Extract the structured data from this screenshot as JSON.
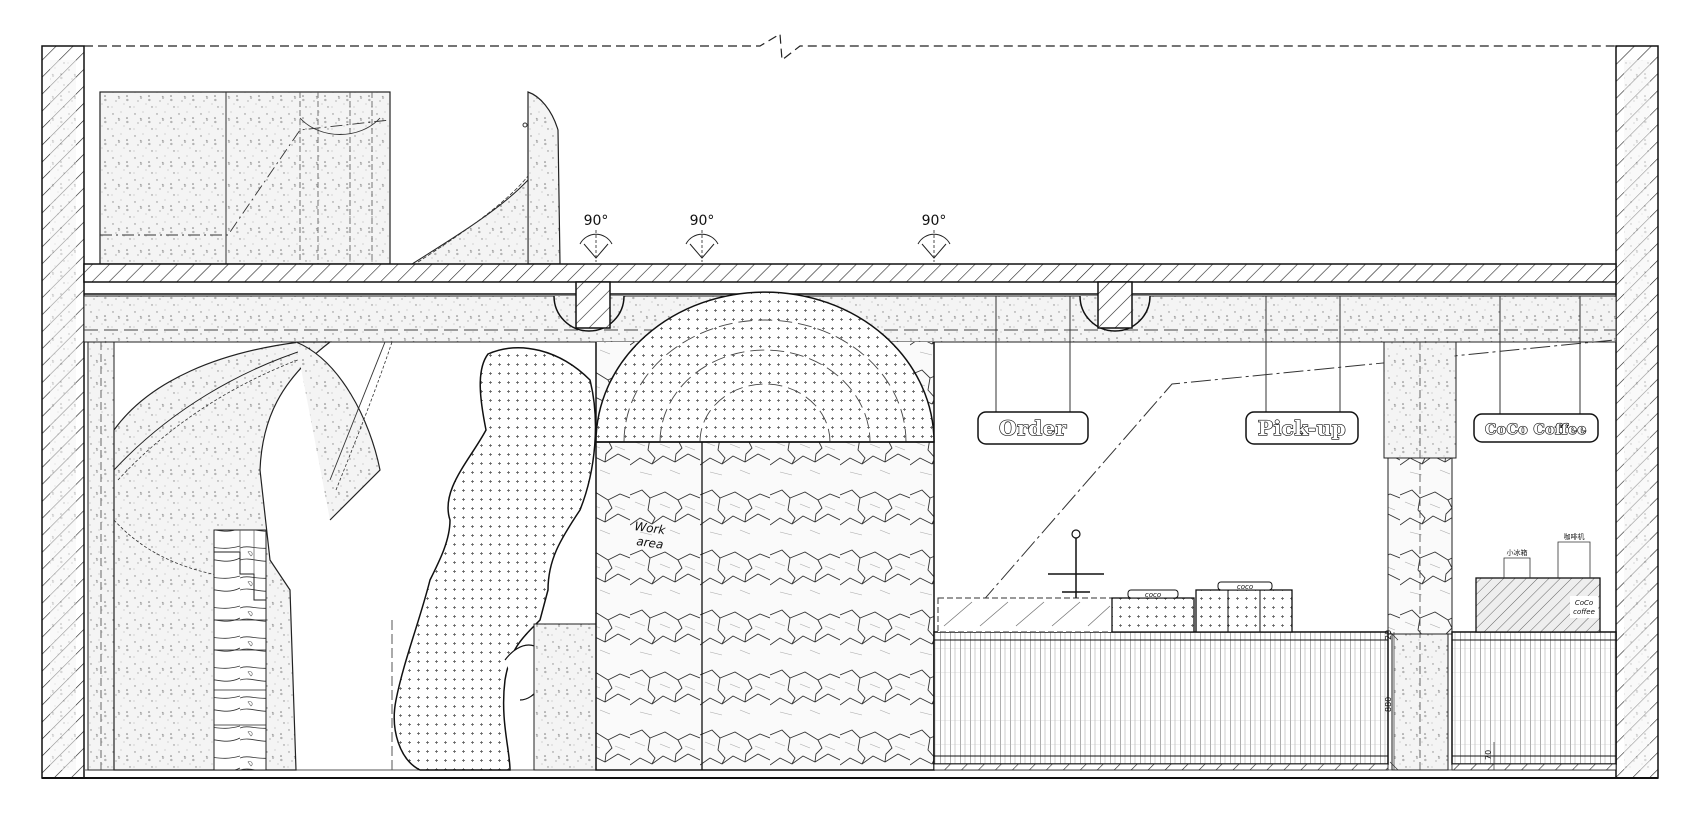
{
  "drawing": {
    "type": "architectural-interior-elevation",
    "colors": {
      "line": "#1a1a1a",
      "paper": "#ffffff",
      "concrete": "#cfcfcf",
      "dots": "#6b6b6b"
    }
  },
  "angle_marks": [
    "90°",
    "90°",
    "90°"
  ],
  "signs": {
    "order": "Order",
    "pickup": "Pick-up",
    "brand": "CoCo Coffee"
  },
  "labels": {
    "work_area": [
      "Work",
      "area"
    ],
    "cup_logo": "coco",
    "machine_labels": [
      "小冰箱",
      "咖啡机"
    ],
    "appliance_brand": [
      "CoCo",
      "coffee"
    ]
  },
  "dimensions": {
    "counter_top": "20",
    "counter_height": "880",
    "kick": "70"
  }
}
